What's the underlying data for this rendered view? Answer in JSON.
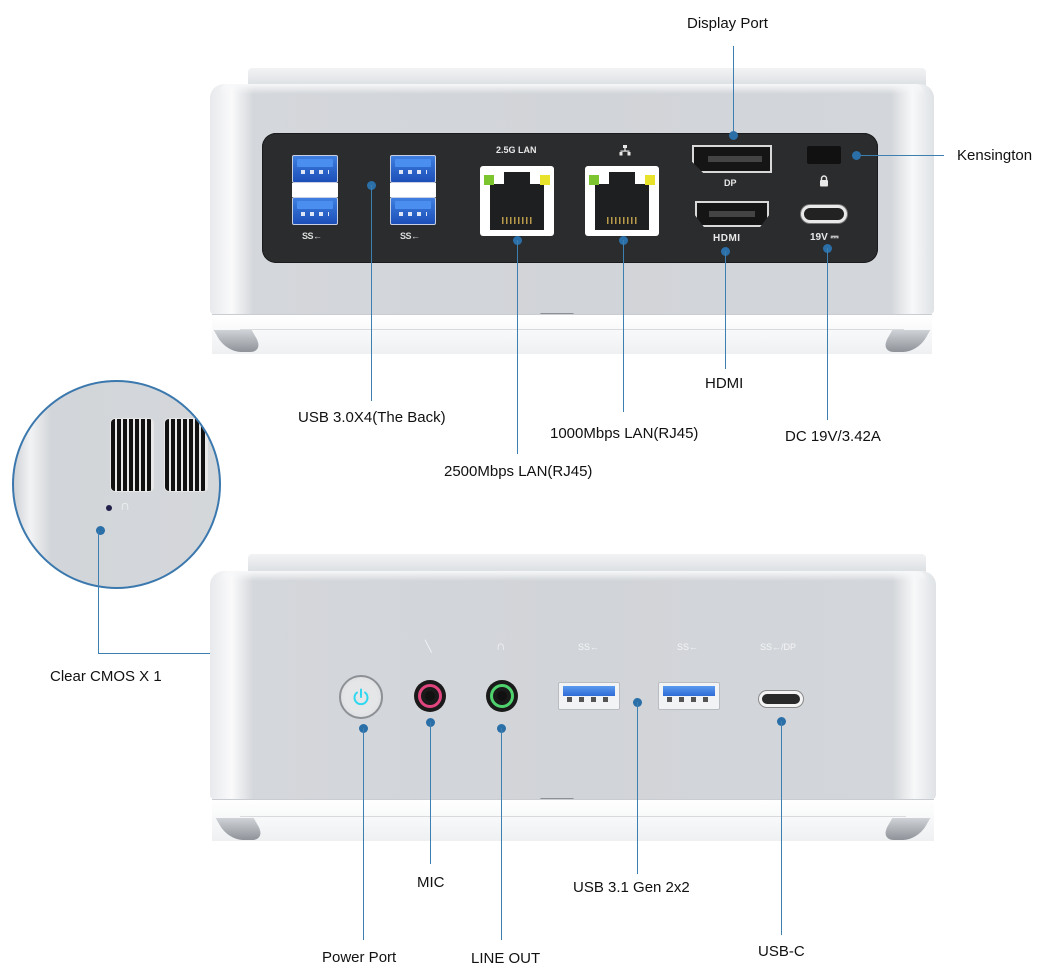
{
  "diagram": {
    "title": "Mini PC I/O port layout",
    "accent_color": "#2a6fa8",
    "rear_view": {
      "panel_captions": {
        "usb_left": "SS←",
        "usb_right": "SS←",
        "lan_2_5g": "2.5G LAN",
        "lan_1g_icon": "network-icon",
        "dp": "DP",
        "kensington_icon": "lock-icon",
        "hdmi": "HDMI",
        "dc": "19V ⎓"
      },
      "callouts": {
        "display_port": "Display Port",
        "kensington": "Kensington",
        "usb_back": "USB 3.0X4(The Back)",
        "lan_2500": "2500Mbps LAN(RJ45)",
        "lan_1000": "1000Mbps LAN(RJ45)",
        "hdmi": "HDMI",
        "dc_in": "DC 19V/3.42A"
      }
    },
    "magnifier": {
      "callout": "Clear CMOS X 1",
      "glyph": "∩"
    },
    "front_view": {
      "panel_glyphs": {
        "mic": "╲",
        "headphone": "∩",
        "usb1": "SS←",
        "usb2": "SS←",
        "usbc": "SS←/DP"
      },
      "callouts": {
        "power": "Power Port",
        "mic": "MIC",
        "line_out": "LINE OUT",
        "usb31": "USB 3.1 Gen 2x2",
        "usbc": "USB-C"
      },
      "colors": {
        "power_led": "#2fd8ee",
        "mic_ring": "#e0457e",
        "line_out_ring": "#4fd16d"
      }
    }
  }
}
